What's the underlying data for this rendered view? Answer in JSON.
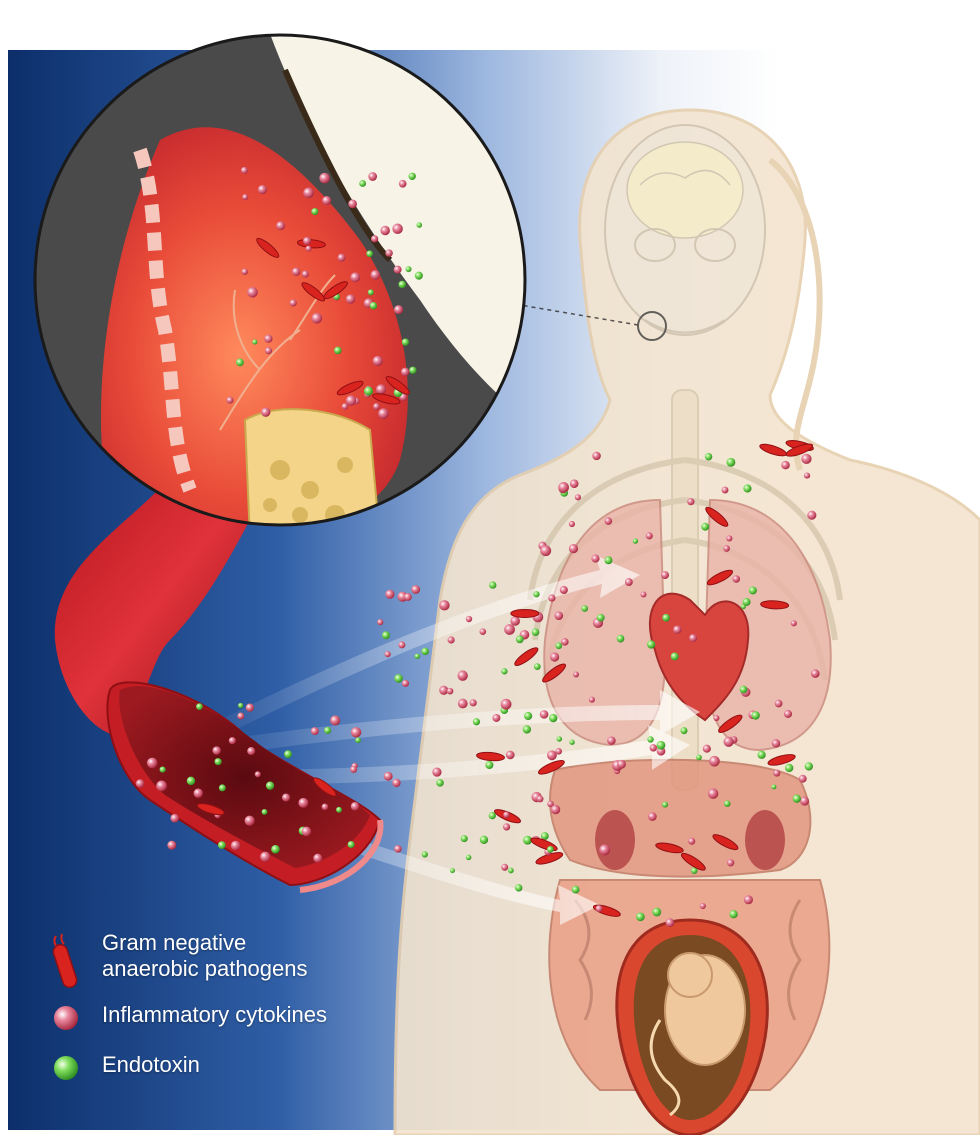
{
  "legend": {
    "items": [
      {
        "key": "pathogens",
        "label_line1": "Gram negative",
        "label_line2": "anaerobic pathogens",
        "icon": "bacterium-icon",
        "color": "#d8231e"
      },
      {
        "key": "cytokines",
        "label_line1": "Inflammatory cytokines",
        "icon": "red-sphere-icon",
        "color": "#c9344a"
      },
      {
        "key": "endotoxin",
        "label_line1": "Endotoxin",
        "icon": "green-sphere-icon",
        "color": "#4cbf3a"
      }
    ]
  },
  "colors": {
    "background_dark": "#0c2f6a",
    "background_light": "#ffffff",
    "blood_vessel": "#c41e24",
    "gum_tissue": "#e65a43",
    "bone": "#f4d488",
    "tooth_enamel": "#f7f3e6",
    "body_silhouette": "#f3e4cf",
    "organs": "#e58a78"
  }
}
